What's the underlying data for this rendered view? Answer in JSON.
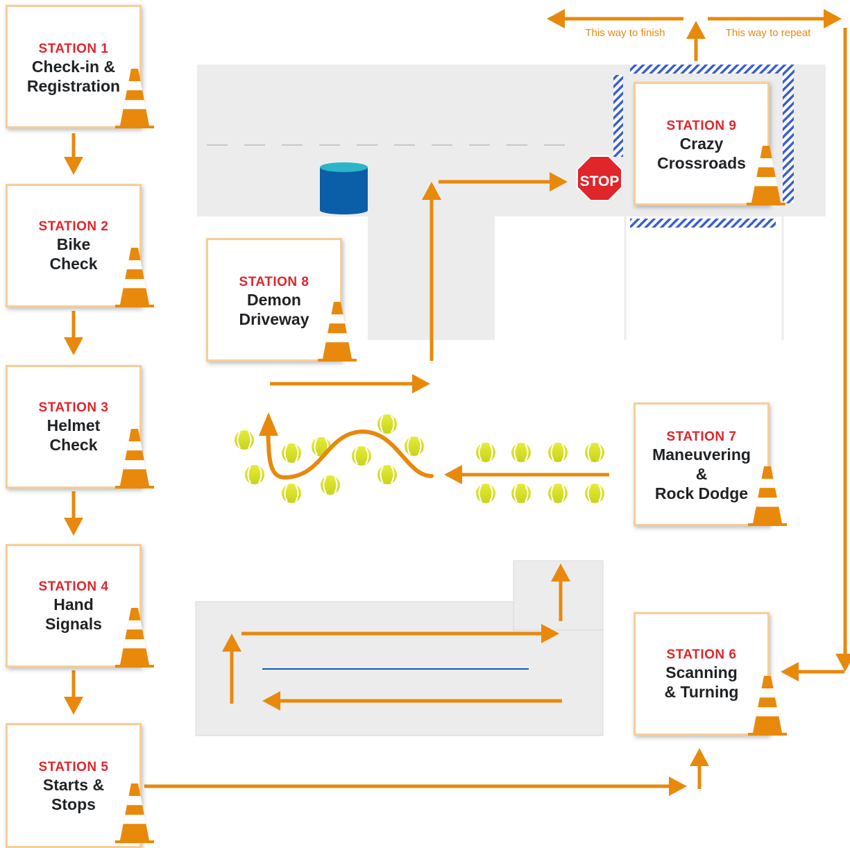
{
  "stations": [
    {
      "num": "STATION 1",
      "name1": "Check-in &",
      "name2": "Registration",
      "name3": ""
    },
    {
      "num": "STATION 2",
      "name1": "Bike",
      "name2": "Check",
      "name3": ""
    },
    {
      "num": "STATION 3",
      "name1": "Helmet",
      "name2": "Check",
      "name3": ""
    },
    {
      "num": "STATION 4",
      "name1": "Hand",
      "name2": "Signals",
      "name3": ""
    },
    {
      "num": "STATION 5",
      "name1": "Starts &",
      "name2": "Stops",
      "name3": ""
    },
    {
      "num": "STATION 6",
      "name1": "Scanning",
      "name2": "& Turning",
      "name3": ""
    },
    {
      "num": "STATION 7",
      "name1": "Maneuvering",
      "name2": "&",
      "name3": "Rock Dodge"
    },
    {
      "num": "STATION 8",
      "name1": "Demon",
      "name2": "Driveway",
      "name3": ""
    },
    {
      "num": "STATION 9",
      "name1": "Crazy",
      "name2": "Crossroads",
      "name3": ""
    }
  ],
  "labels": {
    "finish": "This way to finish",
    "repeat": "This way to repeat"
  },
  "stop_sign": "STOP",
  "colors": {
    "arrow": "#e8890c",
    "road": "#ececec",
    "station_number": "#e0252b",
    "tennis_ball": "#d8e22a",
    "cone": "#e8890c",
    "hatch": "#3a5fcd",
    "barrel": "#0b5ea8"
  }
}
